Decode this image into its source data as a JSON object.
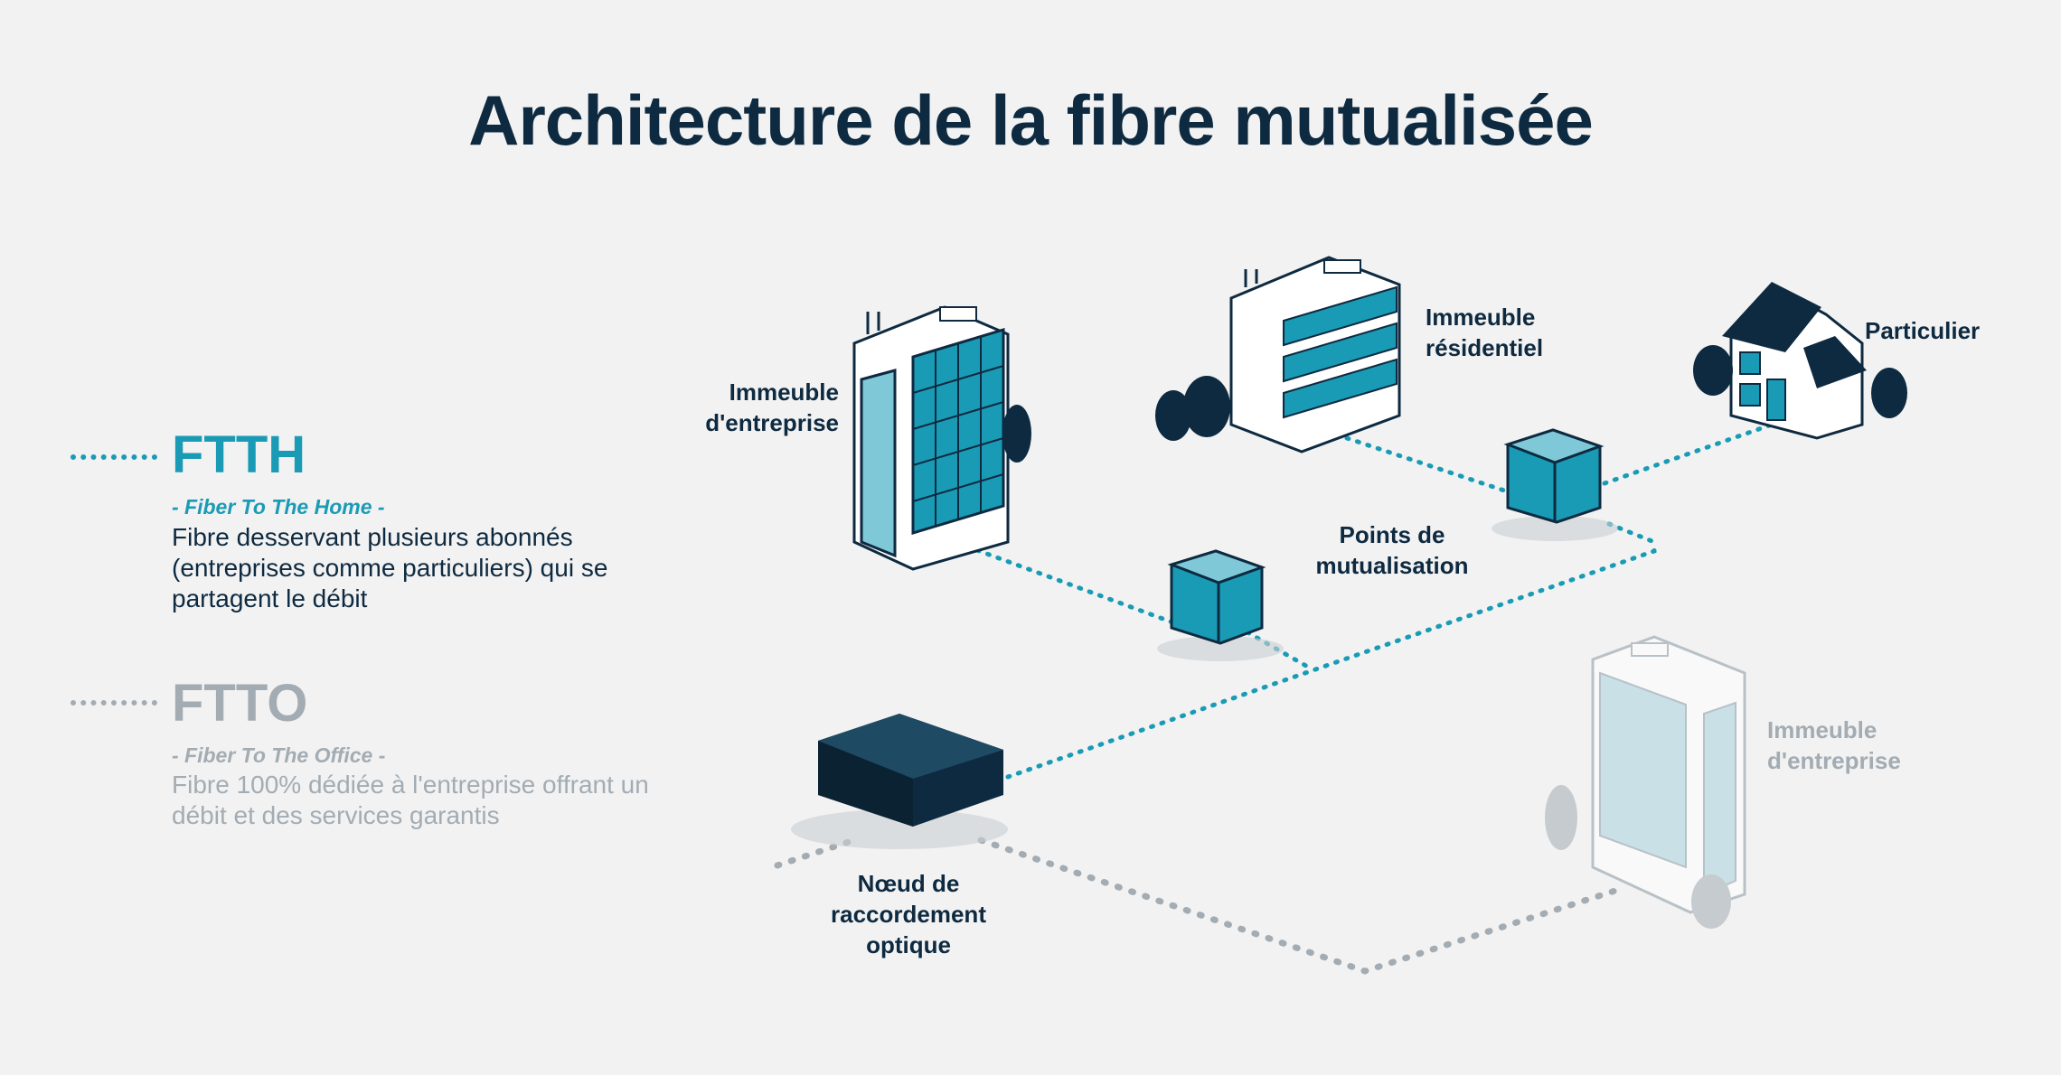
{
  "title": "Architecture de la fibre mutualisée",
  "legend": {
    "ftth": {
      "label": "FTTH",
      "subtitle": "- Fiber To The Home -",
      "description": "Fibre desservant plusieurs abonnés (entreprises comme particuliers) qui se partagent le débit",
      "color": "#1a9bb5"
    },
    "ftto": {
      "label": "FTTO",
      "subtitle": "- Fiber To The Office -",
      "description": "Fibre 100% dédiée à l'entreprise offrant un débit et des services garantis",
      "color": "#a3acb3"
    }
  },
  "labels": {
    "enterprise_building": "Immeuble d'entreprise",
    "residential_building": "Immeuble résidentiel",
    "private_house": "Particulier",
    "pooling_points": "Points de mutualisation",
    "optical_node": "Nœud de raccordement optique",
    "enterprise_building_ftto": "Immeuble d'entreprise"
  },
  "colors": {
    "navy": "#0e2a40",
    "teal": "#1a9bb5",
    "grey": "#a3acb3",
    "background": "#f2f2f2"
  }
}
